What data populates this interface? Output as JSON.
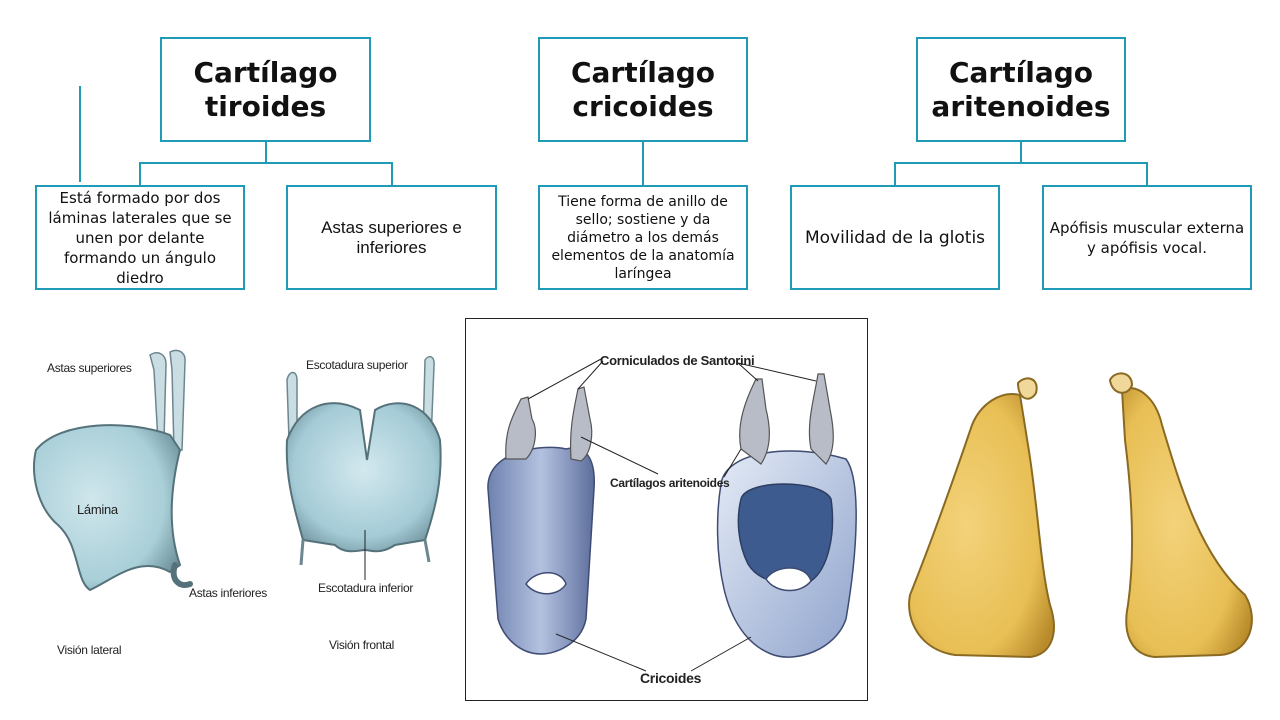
{
  "diagram": {
    "tiroides": {
      "title": "Cartílago tiroides",
      "children": [
        "Está formado por dos láminas laterales que se unen por delante formando un ángulo diedro",
        "Astas superiores e inferiores"
      ]
    },
    "cricoides": {
      "title": "Cartílago cricoides",
      "children": [
        "Tiene forma de anillo de sello; sostiene y da diámetro a los demás elementos de la anatomía laríngea"
      ]
    },
    "aritenoides": {
      "title": "Cartílago aritenoides",
      "children": [
        "Movilidad de la glotis",
        "Apófisis muscular externa y apófisis vocal."
      ]
    }
  },
  "figures": {
    "thyroid": {
      "astas_superiores": "Astas superiores",
      "lamina": "Lámina",
      "astas_inferiores": "Astas inferiores",
      "vision_lateral": "Visión lateral",
      "escotadura_superior": "Escotadura superior",
      "escotadura_inferior": "Escotadura inferior",
      "vision_frontal": "Visión frontal"
    },
    "cricoid": {
      "corniculados": "Corniculados de Santorini",
      "aritenoides": "Cartílagos aritenoides",
      "cricoides": "Cricoides"
    }
  },
  "colors": {
    "accent": "#1f9bb8",
    "thyroid_fill": "#a9cfd8",
    "cricoid_fill": "#8ea2c8",
    "arytenoid_fill": "#e8bf55"
  }
}
